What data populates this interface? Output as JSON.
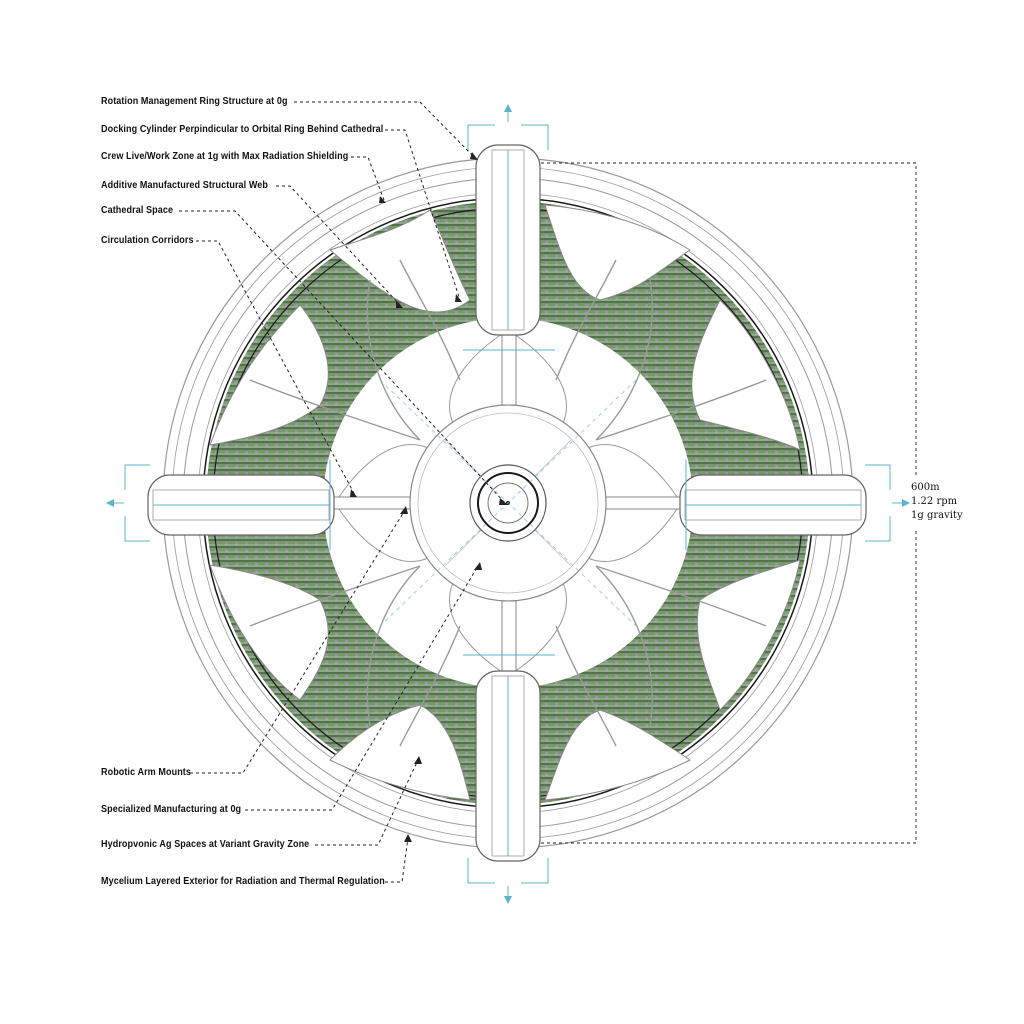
{
  "labels_left_top": [
    "Rotation Management Ring Structure at 0g",
    "Docking Cylinder Perpindicular to Orbital Ring Behind Cathedral",
    "Crew Live/Work Zone at 1g with Max Radiation Shielding",
    "Additive Manufactured Structural Web",
    "Cathedral Space",
    "Circulation Corridors"
  ],
  "labels_left_bottom": [
    "Robotic Arm Mounts",
    "Specialized Manufacturing at 0g",
    "Hydropvonic Ag Spaces at Variant Gravity Zone",
    "Mycelium Layered Exterior for Radiation and Thermal Regulation"
  ],
  "specs": {
    "diameter": "600m",
    "rotation": "1.22 rpm",
    "gravity": "1g gravity"
  },
  "colors": {
    "hydroponic_green": "#5f8a4e",
    "hydroponic_purple": "#b48fd6",
    "structure_line": "#8a8a8a",
    "accent_cyan": "#5ab4cf",
    "leader_line": "#222222"
  }
}
